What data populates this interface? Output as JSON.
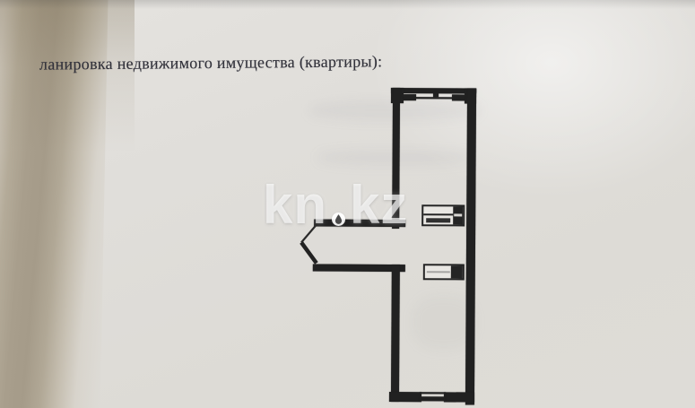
{
  "document": {
    "title_text": "ланировка недвижимого имущества (квартиры):"
  },
  "watermark": {
    "prefix": "kn",
    "suffix": "kz",
    "separator_icon": "droplet-in-circle"
  },
  "colors": {
    "paper": "#dfddd9",
    "paper_highlight": "#efeeec",
    "page_edge_tan": "#a89e8c",
    "page_edge_tan_dark": "#9a8f7a",
    "wall_black": "#212121",
    "title_text": "#31313a",
    "watermark_white": "rgba(255,255,255,0.68)",
    "droplet_fill": "#4a4a4a"
  }
}
